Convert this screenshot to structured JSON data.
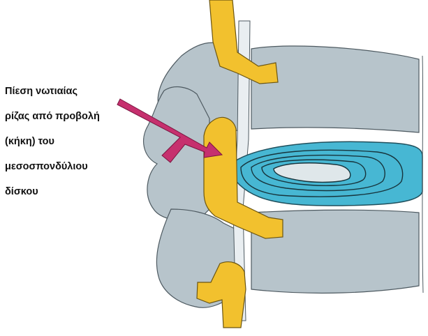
{
  "annotation": {
    "lines": [
      "Πίεση νωτιαίας",
      "ρίζας από προβολή",
      "(κήκη) του",
      "μεσοσπονδύλιου",
      "δίσκου"
    ]
  },
  "colors": {
    "bone": "#b7c4cb",
    "bone_outline": "#4e5a61",
    "nerve": "#f2c12e",
    "nerve_outline": "#6b5512",
    "disc_outer": "#47b7d3",
    "disc_inner": "#dfe7ea",
    "arrow": "#c6306e",
    "canal": "#e9eef1"
  }
}
